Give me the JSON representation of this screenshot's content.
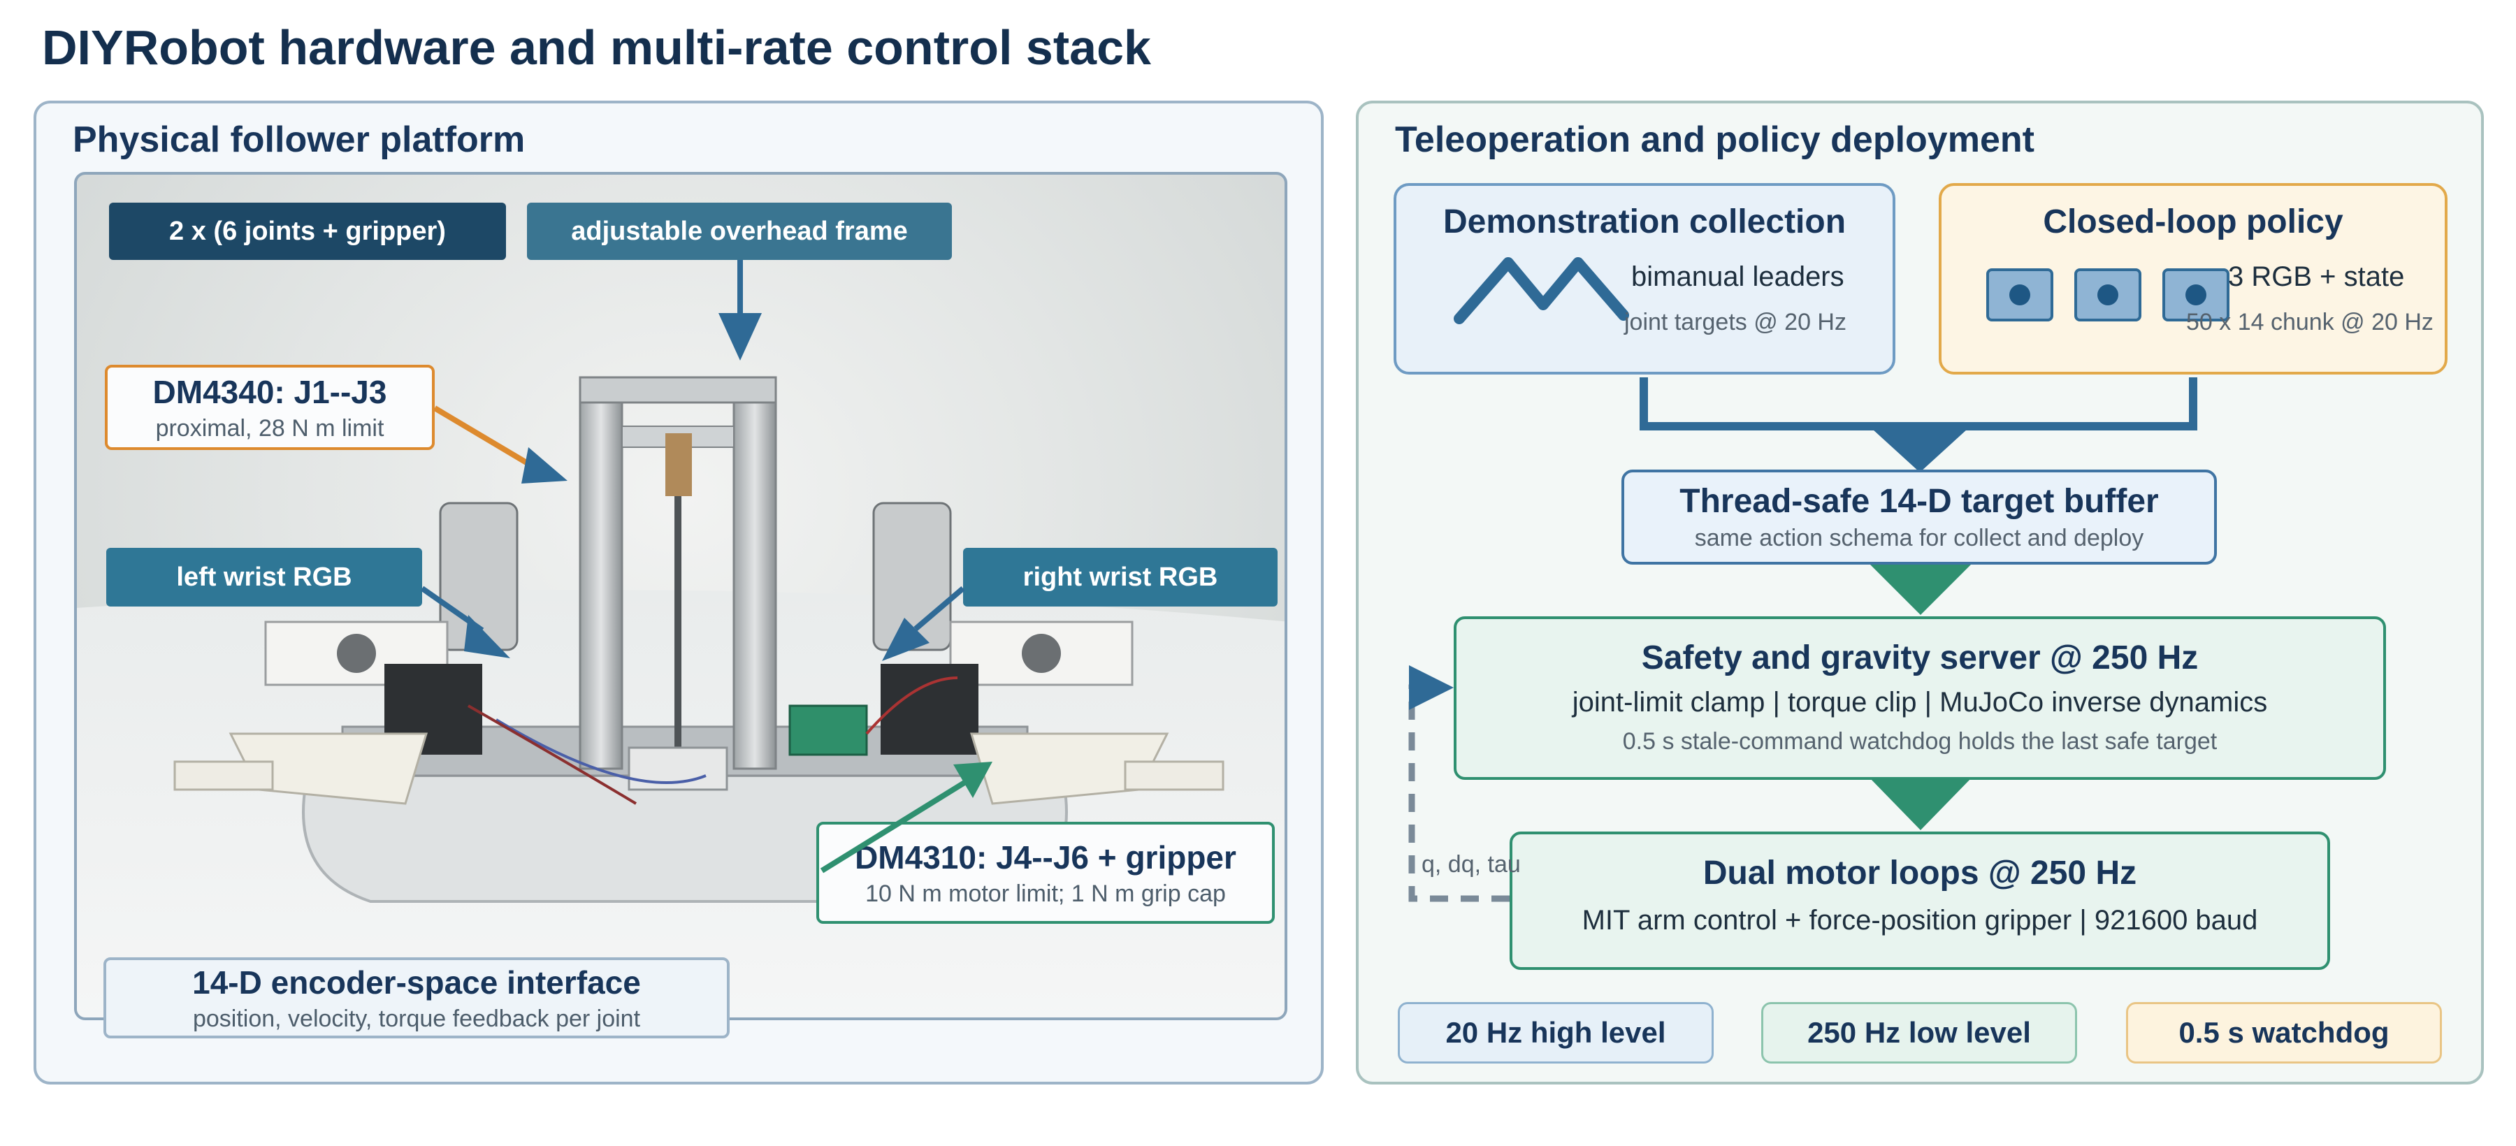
{
  "title": "DIYRobot hardware and multi-rate control stack",
  "left_panel": {
    "title": "Physical follower platform",
    "tags": {
      "joints": "2 x (6 joints + gripper)",
      "frame": "adjustable overhead frame",
      "left_wrist": "left wrist RGB",
      "right_wrist": "right wrist RGB"
    },
    "dm4340": {
      "title": "DM4340: J1--J3",
      "sub": "proximal, 28 N m limit"
    },
    "dm4310": {
      "title": "DM4310: J4--J6 + gripper",
      "sub": "10 N m motor limit; 1 N m grip cap"
    },
    "interface": {
      "title": "14-D encoder-space interface",
      "sub": "position, velocity, torque feedback per joint"
    }
  },
  "right_panel": {
    "title": "Teleoperation and policy deployment",
    "demo": {
      "title": "Demonstration collection",
      "line1": "bimanual leaders",
      "line2": "joint targets @ 20 Hz"
    },
    "policy": {
      "title": "Closed-loop policy",
      "line1": "3 RGB + state",
      "line2": "50 x 14 chunk @ 20 Hz"
    },
    "buffer": {
      "title": "Thread-safe 14-D target buffer",
      "sub": "same action schema for collect and deploy"
    },
    "safety": {
      "title": "Safety and gravity server @ 250 Hz",
      "line1": "joint-limit clamp | torque clip | MuJoCo inverse dynamics",
      "line2": "0.5 s stale-command watchdog holds the last safe target"
    },
    "motor": {
      "title": "Dual motor loops @ 250 Hz",
      "line1": "MIT arm control + force-position gripper | 921600 baud"
    },
    "feedback_label": "q, dq, tau",
    "pills": [
      "20 Hz high level",
      "250 Hz low level",
      "0.5 s watchdog"
    ]
  },
  "colors": {
    "navy": "#18355a",
    "blue_accent": "#2f6a96",
    "green_accent": "#2f9070",
    "orange_accent": "#dd8a2e"
  },
  "icons": {
    "demo": "zigzag-trajectory-icon",
    "policy": "camera-icon"
  }
}
